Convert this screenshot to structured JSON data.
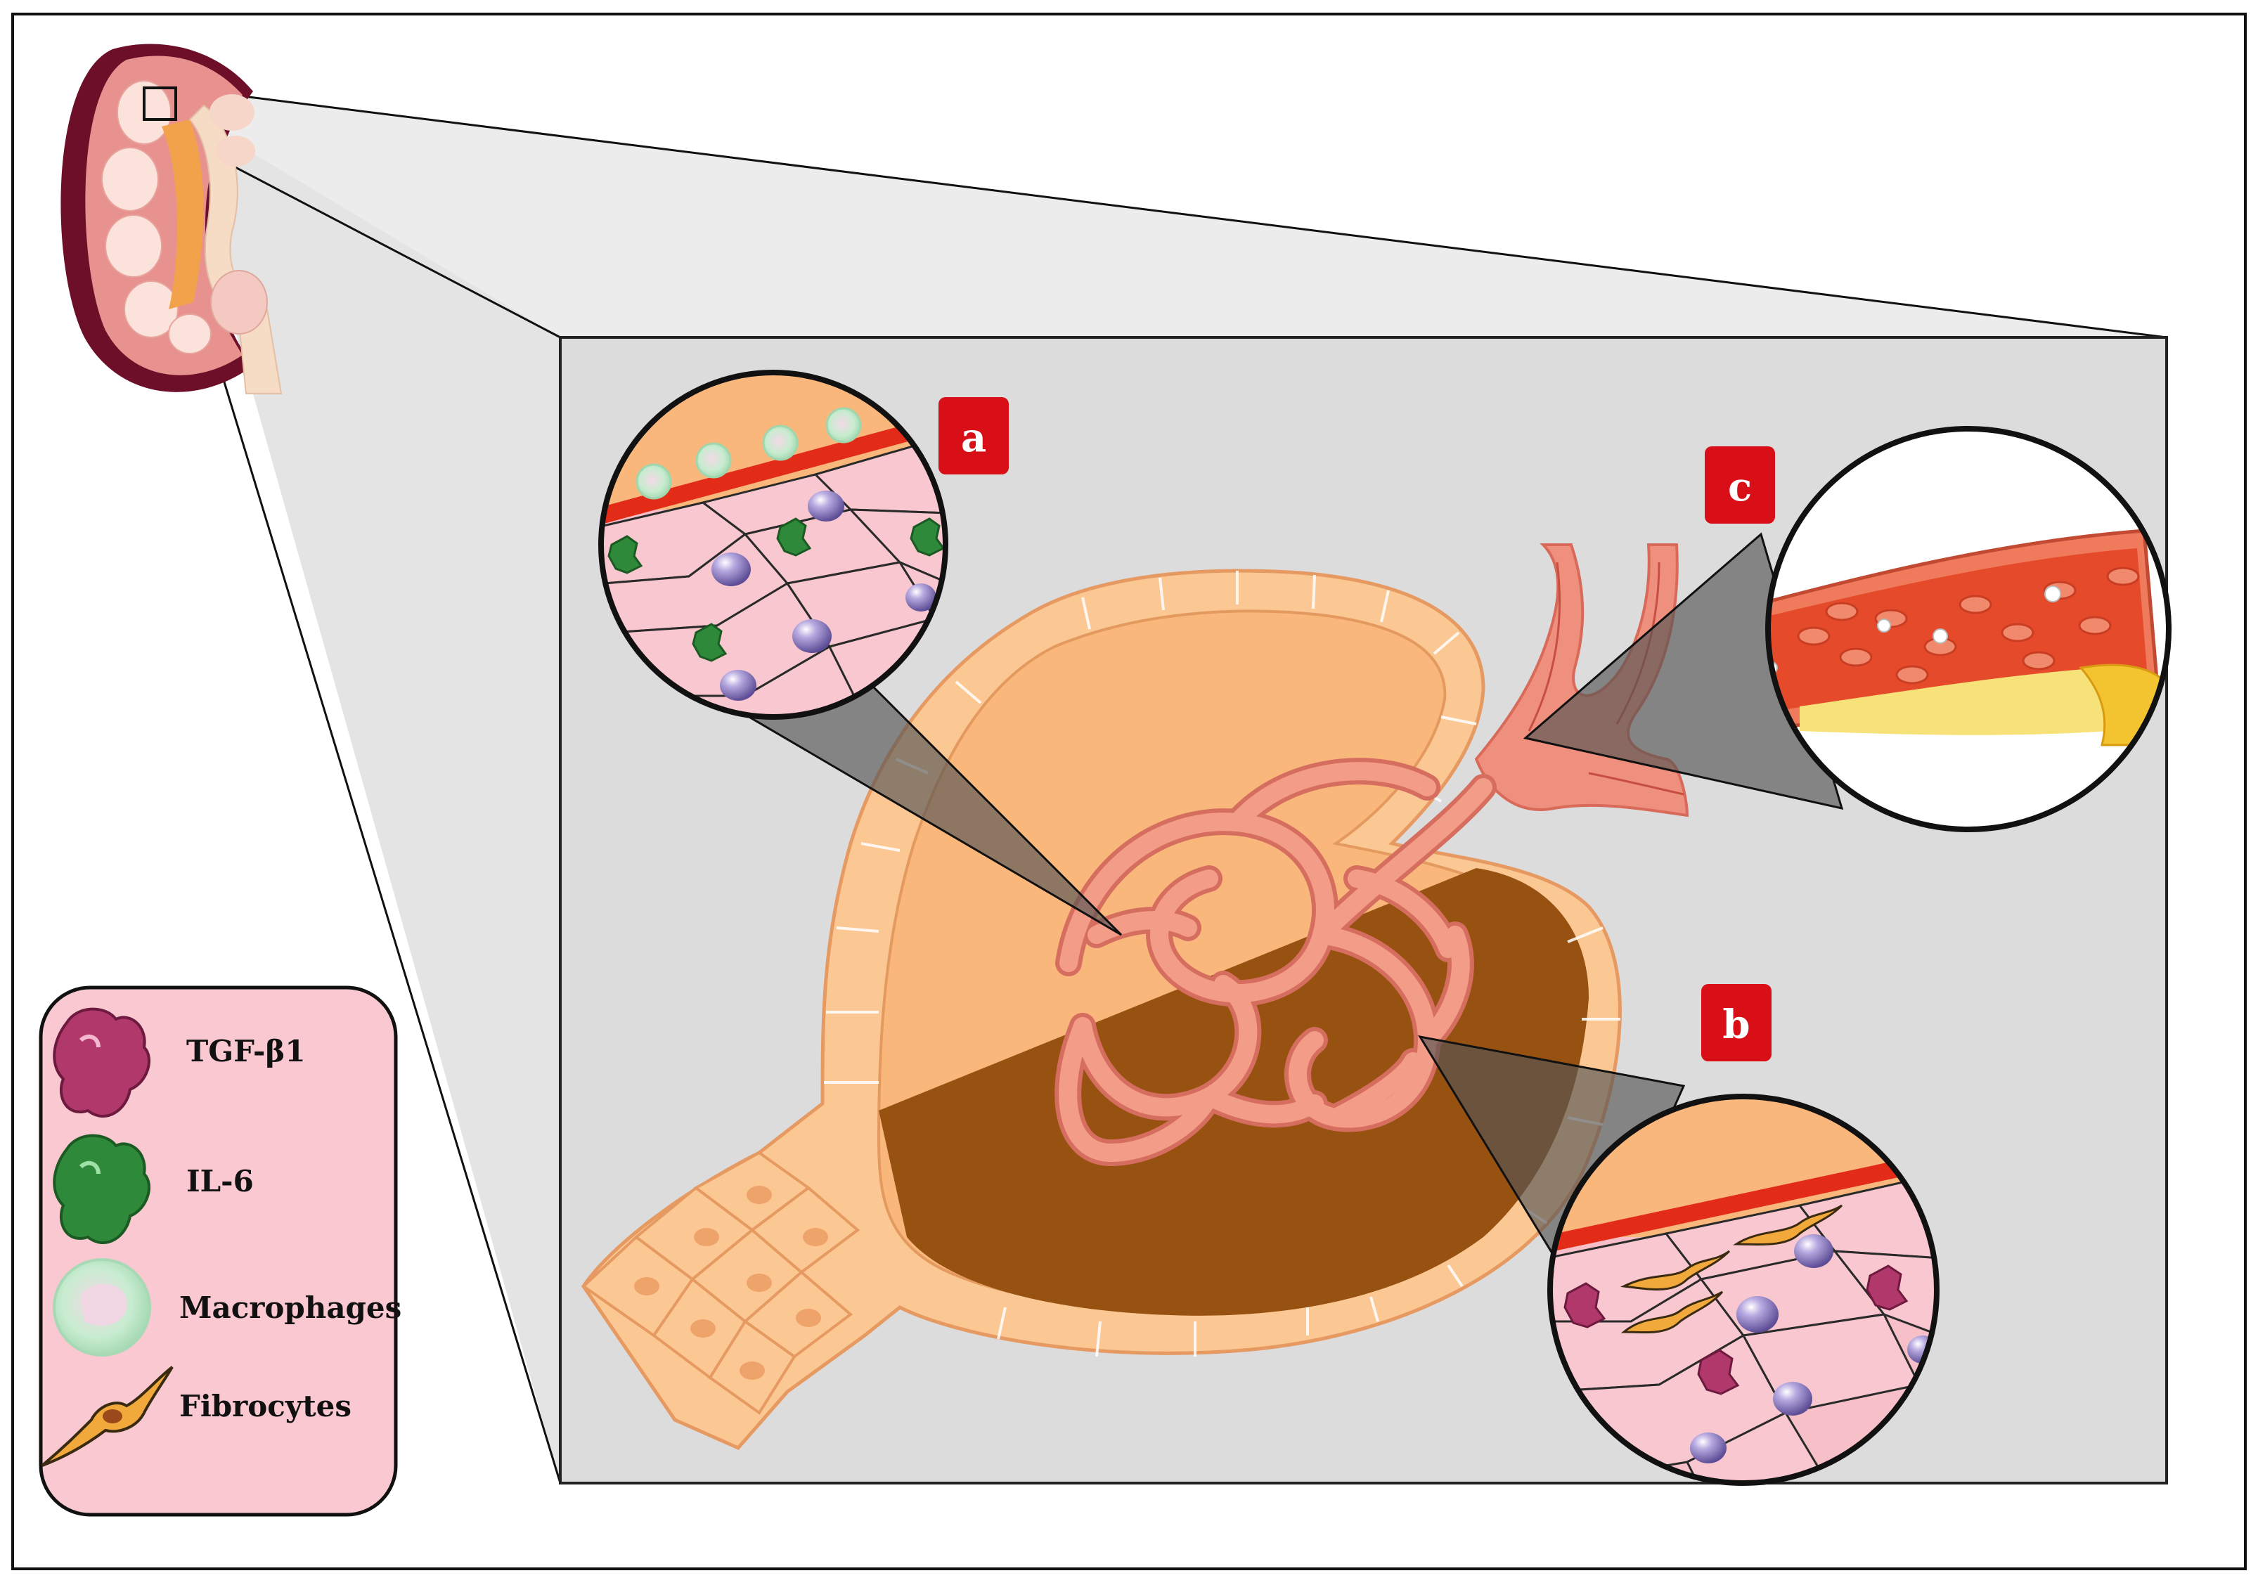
{
  "panels": {
    "a": {
      "label": "a"
    },
    "b": {
      "label": "b"
    },
    "c": {
      "label": "c"
    }
  },
  "legend": {
    "items": [
      {
        "label": "TGF-β1",
        "icon": "tgf-beta1-icon",
        "color": "#b0386b"
      },
      {
        "label": "IL-6",
        "icon": "il-6-icon",
        "color": "#2e8a3a"
      },
      {
        "label": "Macrophages",
        "icon": "macrophage-icon",
        "color": "#c8ecd0"
      },
      {
        "label": "Fibrocytes",
        "icon": "fibrocyte-icon",
        "color": "#f2a93b"
      }
    ]
  },
  "colors": {
    "legend_bg": "#f9c8d1",
    "panel_bg": "#dcdcdc",
    "badge": "#d80f17",
    "tubule_cells": "#f9b77c",
    "fibrosis": "#975212",
    "capillary": "#ef8f7e",
    "tissue_cells": "#f7c0c8",
    "nucleus": "#8c7cc0"
  }
}
